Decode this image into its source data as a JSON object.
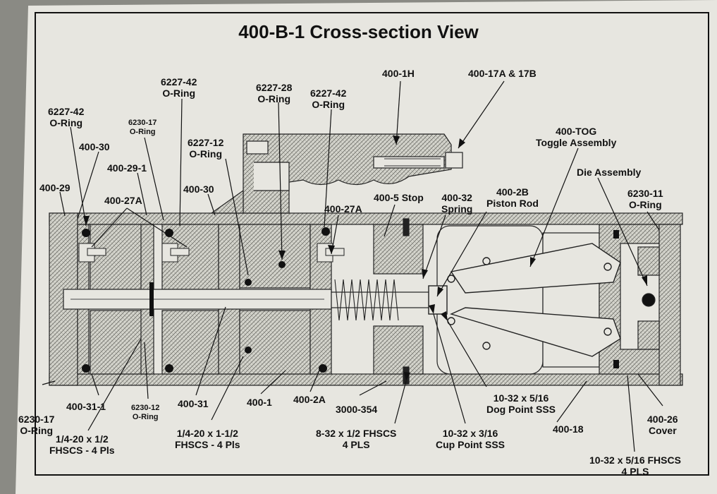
{
  "title": "400-B-1 Cross-section View",
  "labels": {
    "l_6227_42_left": [
      "6227-42",
      "O-Ring"
    ],
    "l_6230_17_top": [
      "6230-17",
      "O-Ring"
    ],
    "l_6227_42_mid": [
      "6227-42",
      "O-Ring"
    ],
    "l_6227_28": [
      "6227-28",
      "O-Ring"
    ],
    "l_6227_42_right": [
      "6227-42",
      "O-Ring"
    ],
    "l_400_1h": [
      "400-1H"
    ],
    "l_400_17a": [
      "400-17A & 17B"
    ],
    "l_400_tog": [
      "400-TOG",
      "Toggle Assembly"
    ],
    "l_die": [
      "Die Assembly"
    ],
    "l_6230_11": [
      "6230-11",
      "O-Ring"
    ],
    "l_400_30_left": [
      "400-30"
    ],
    "l_400_29_1": [
      "400-29-1"
    ],
    "l_6227_12": [
      "6227-12",
      "O-Ring"
    ],
    "l_400_29": [
      "400-29"
    ],
    "l_400_27a_left": [
      "400-27A"
    ],
    "l_400_30_mid": [
      "400-30"
    ],
    "l_400_5": [
      "400-5 Stop"
    ],
    "l_400_32": [
      "400-32",
      "Spring"
    ],
    "l_400_2b": [
      "400-2B",
      "Piston Rod"
    ],
    "l_400_27a_right": [
      "400-27A"
    ],
    "l_6230_17_bot": [
      "6230-17",
      "O-Ring"
    ],
    "l_400_31_1": [
      "400-31-1"
    ],
    "l_6230_12": [
      "6230-12",
      "O-Ring"
    ],
    "l_400_31": [
      "400-31"
    ],
    "l_400_1": [
      "400-1"
    ],
    "l_400_2a": [
      "400-2A"
    ],
    "l_3000_354": [
      "3000-354"
    ],
    "l_dog": [
      "10-32 x 5/16",
      "Dog Point SSS"
    ],
    "l_400_18": [
      "400-18"
    ],
    "l_400_26": [
      "400-26",
      "Cover"
    ],
    "l_fhscs_1_2": [
      "1/4-20 x 1/2",
      "FHSCS - 4 Pls"
    ],
    "l_fhscs_1_1_2": [
      "1/4-20 x 1-1/2",
      "FHSCS - 4 Pls"
    ],
    "l_8_32": [
      "8-32 x 1/2 FHSCS",
      "4 PLS"
    ],
    "l_cup": [
      "10-32 x 3/16",
      "Cup Point SSS"
    ],
    "l_10_32_fhscs": [
      "10-32 x 5/16 FHSCS",
      "4 PLS"
    ]
  }
}
